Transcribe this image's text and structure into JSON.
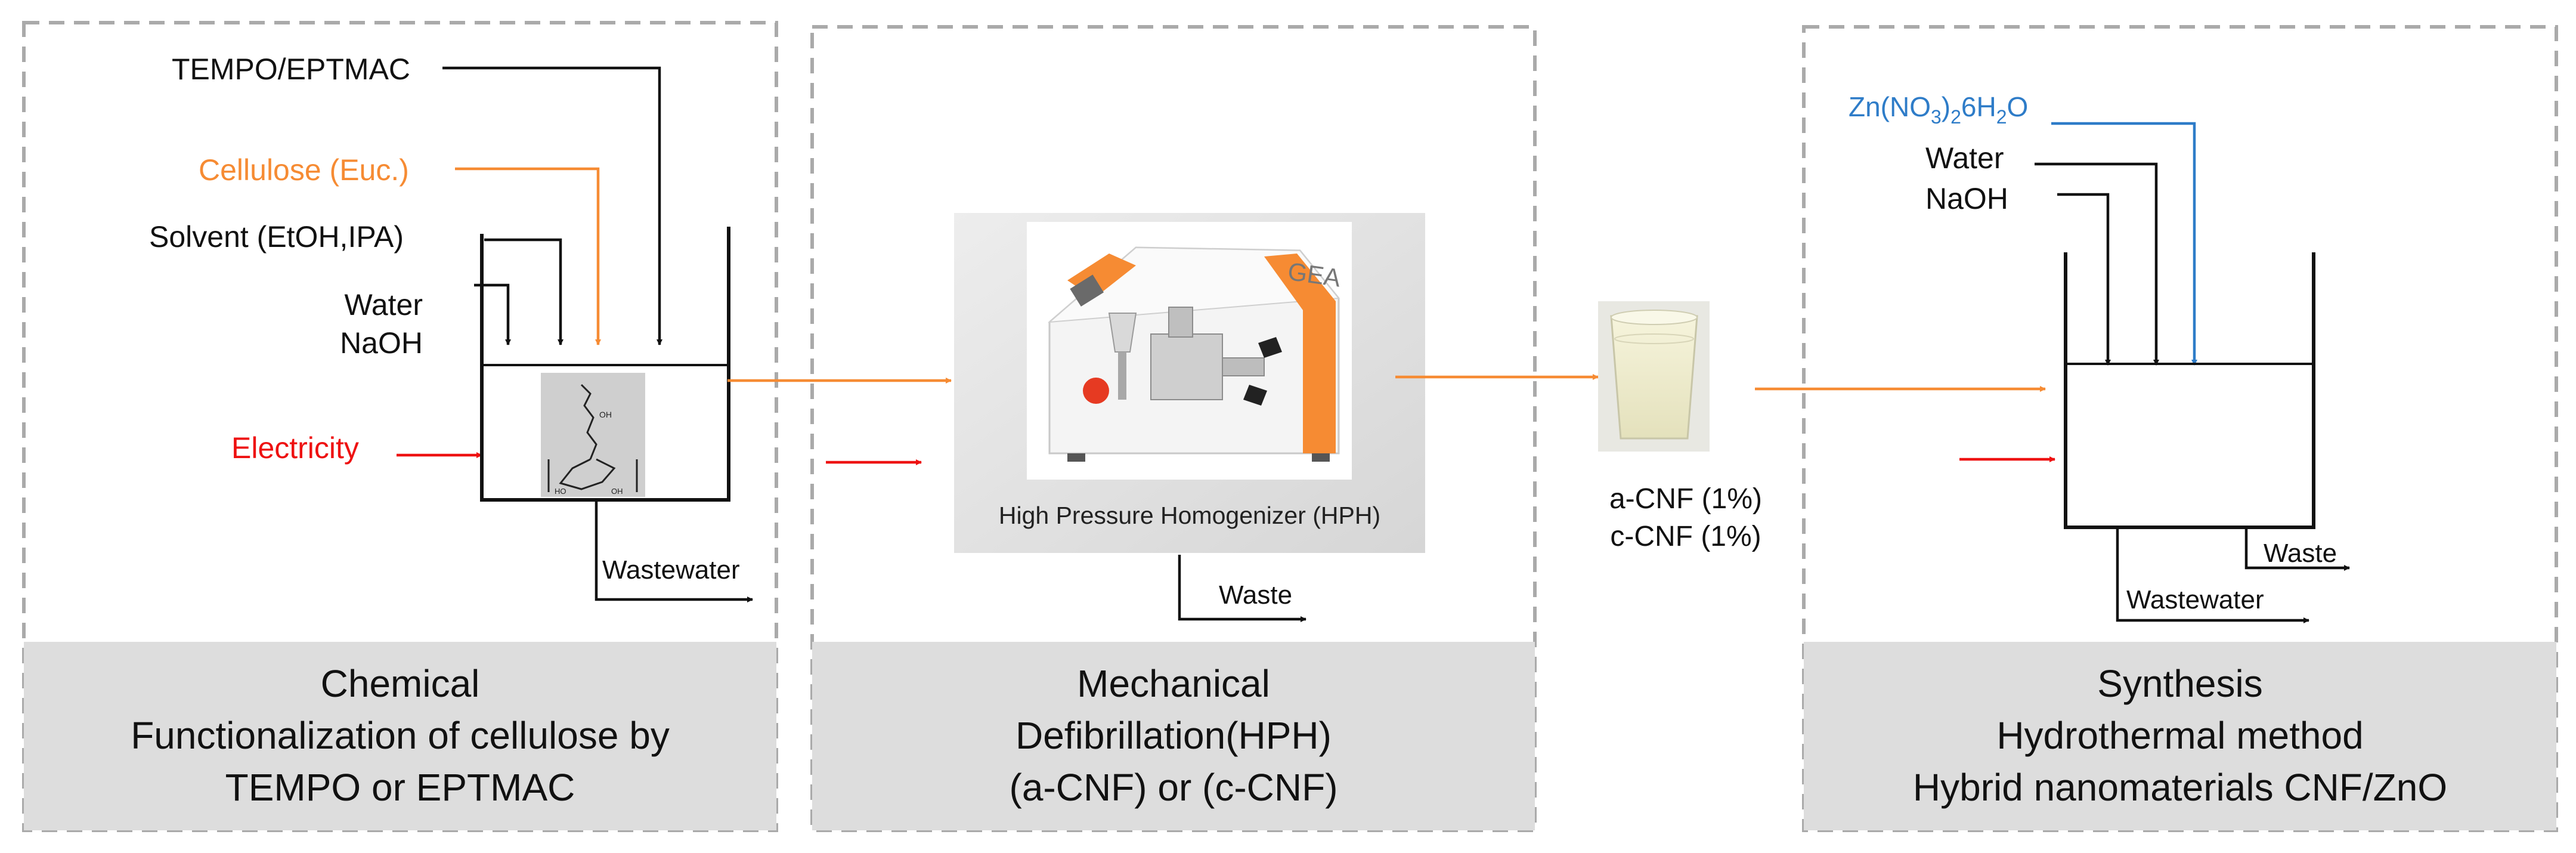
{
  "panels": [
    {
      "caption": [
        "Chemical",
        "Functionalization of cellulose by",
        "TEMPO  or EPTMAC"
      ],
      "inputs": {
        "tempo": "TEMPO/EPTMAC",
        "cellulose": "Cellulose (Euc.)",
        "solvent": "Solvent (EtOH,IPA)",
        "water": "Water",
        "naoh": "NaOH",
        "electricity": "Electricity"
      },
      "output": "Wastewater"
    },
    {
      "caption": [
        "Mechanical",
        "Defibrillation(HPH)",
        "(a-CNF) or (c-CNF)"
      ],
      "device_label": "High Pressure Homogenizer (HPH)",
      "output": "Waste"
    },
    {
      "caption": [
        "Synthesis",
        "Hydrothermal method",
        "Hybrid nanomaterials CNF/ZnO"
      ],
      "inputs": {
        "zn_base": "Zn(NO",
        "zn_sub1": "3",
        "zn_mid": ")",
        "zn_sub2": "2",
        "zn_mid2": "6H",
        "zn_sub3": "2",
        "zn_end": "O",
        "water": "Water",
        "naoh": "NaOH"
      },
      "outputs": {
        "waste": "Waste",
        "wastewater": "Wastewater"
      }
    }
  ],
  "intermediate": {
    "line1": "a-CNF (1%)",
    "line2": "c-CNF (1%)"
  },
  "colors": {
    "orange": "#F68B33",
    "red": "#EE1111",
    "blue": "#2E7CC8",
    "dash": "#AAAAAA",
    "caption_bg": "#DDDDDD"
  },
  "icons": {
    "device": "homogenizer-machine-icon",
    "beaker": "beaker-with-liquid-icon",
    "molecule": "cellulose-structure-icon"
  }
}
